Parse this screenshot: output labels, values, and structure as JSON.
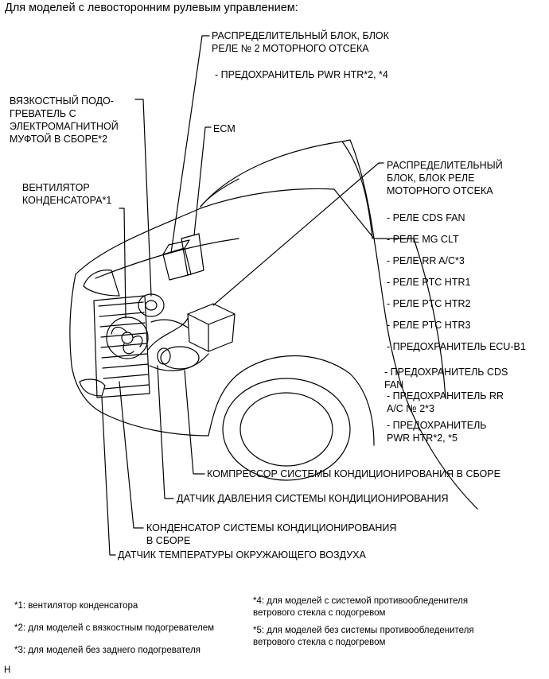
{
  "title": "Для моделей с левосторонним рулевым управлением:",
  "labels": {
    "relay_block_2": "РАСПРЕДЕЛИТЕЛЬНЫЙ БЛОК, БЛОК\nРЕЛЕ № 2 МОТОРНОГО ОТСЕКА",
    "relay_block_2_item": "- ПРЕДОХРАНИТЕЛЬ PWR HTR*2, *4",
    "viscous_heater": "ВЯЗКОСТНЫЙ ПОДО-\nГРЕВАТЕЛЬ С\nЭЛЕКТРОМАГНИТНОЙ\nМУФТОЙ В СБОРЕ*2",
    "ecm": "ECM",
    "condenser_fan": "ВЕНТИЛЯТОР\nКОНДЕНСАТОРА*1",
    "relay_block": "РАСПРЕДЕЛИТЕЛЬНЫЙ\nБЛОК, БЛОК РЕЛЕ\nМОТОРНОГО ОТСЕКА",
    "compressor": "КОМПРЕССОР СИСТЕМЫ КОНДИЦИОНИРОВАНИЯ В СБОРЕ",
    "pressure_sensor": "ДАТЧИК ДАВЛЕНИЯ СИСТЕМЫ КОНДИЦИОНИРОВАНИЯ",
    "condenser": "КОНДЕНСАТОР СИСТЕМЫ КОНДИЦИОНИРОВАНИЯ\nВ СБОРЕ",
    "ambient_sensor": "ДАТЧИК ТЕМПЕРАТУРЫ ОКРУЖАЮЩЕГО ВОЗДУХА"
  },
  "relay_block_items": [
    "- РЕЛЕ CDS FAN",
    "- РЕЛЕ MG CLT",
    "- РЕЛЕ RR A/C*3",
    "- РЕЛЕ PTC HTR1",
    "- РЕЛЕ PTC HTR2",
    "- РЕЛЕ PTC HTR3",
    "- ПРЕДОХРАНИТЕЛЬ ECU-B1",
    "- ПРЕДОХРАНИТЕЛЬ CDS\nFAN",
    "- ПРЕДОХРАНИТЕЛЬ RR\nA/C № 2*3",
    "- ПРЕДОХРАНИТЕЛЬ\nPWR HTR*2, *5"
  ],
  "footnotes": {
    "n1": "*1: вентилятор конденсатора",
    "n2": "*2: для моделей с вязкостным подогревателем",
    "n3": "*3: для моделей без заднего подогревателя",
    "n4": "*4: для моделей с системой противообледенителя\nветрового стекла с подогревом",
    "n5": "*5: для моделей без системы противообледенителя\nветрового стекла с подогревом"
  },
  "corner_mark": "H"
}
